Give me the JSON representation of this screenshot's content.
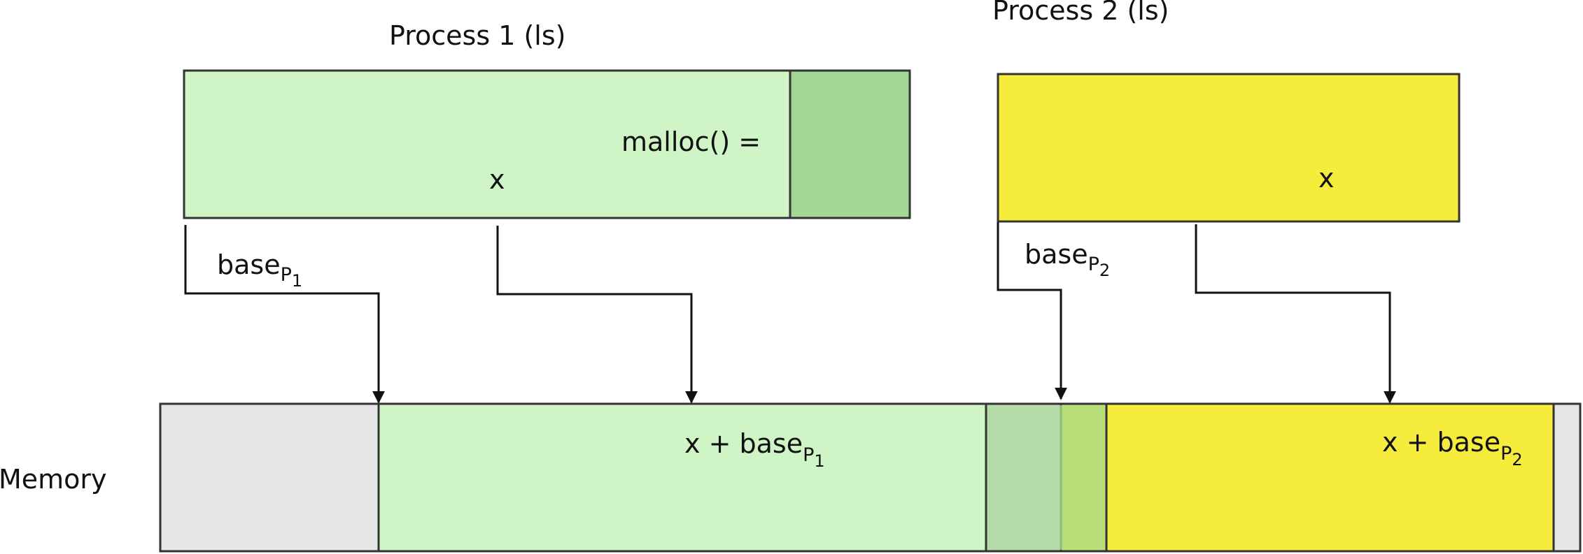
{
  "process1": {
    "title": "Process 1 (ls)",
    "malloc_label": "malloc() =",
    "var_label": "x",
    "base_label": "base",
    "base_sub": "P",
    "base_sub_index": "1"
  },
  "process2": {
    "title": "Process 2 (ls)",
    "var_label": "x",
    "base_label": "base",
    "base_sub": "P",
    "base_sub_index": "2"
  },
  "memory": {
    "label": "Memory",
    "p1_addr_prefix": "x + base",
    "p1_addr_sub": "P",
    "p1_addr_sub_index": "1",
    "p2_addr_prefix": "x + base",
    "p2_addr_sub": "P",
    "p2_addr_sub_index": "2"
  },
  "colors": {
    "p1_fill": "#cff5c7",
    "p1_heap_fill": "#a3d795",
    "p2_fill": "#f6ec3c",
    "free_fill": "#e6e6e6",
    "shared_light_fill": "#b5dba9",
    "shared_dark_fill": "#bade78",
    "border": "#333333",
    "arrow": "#111111"
  }
}
